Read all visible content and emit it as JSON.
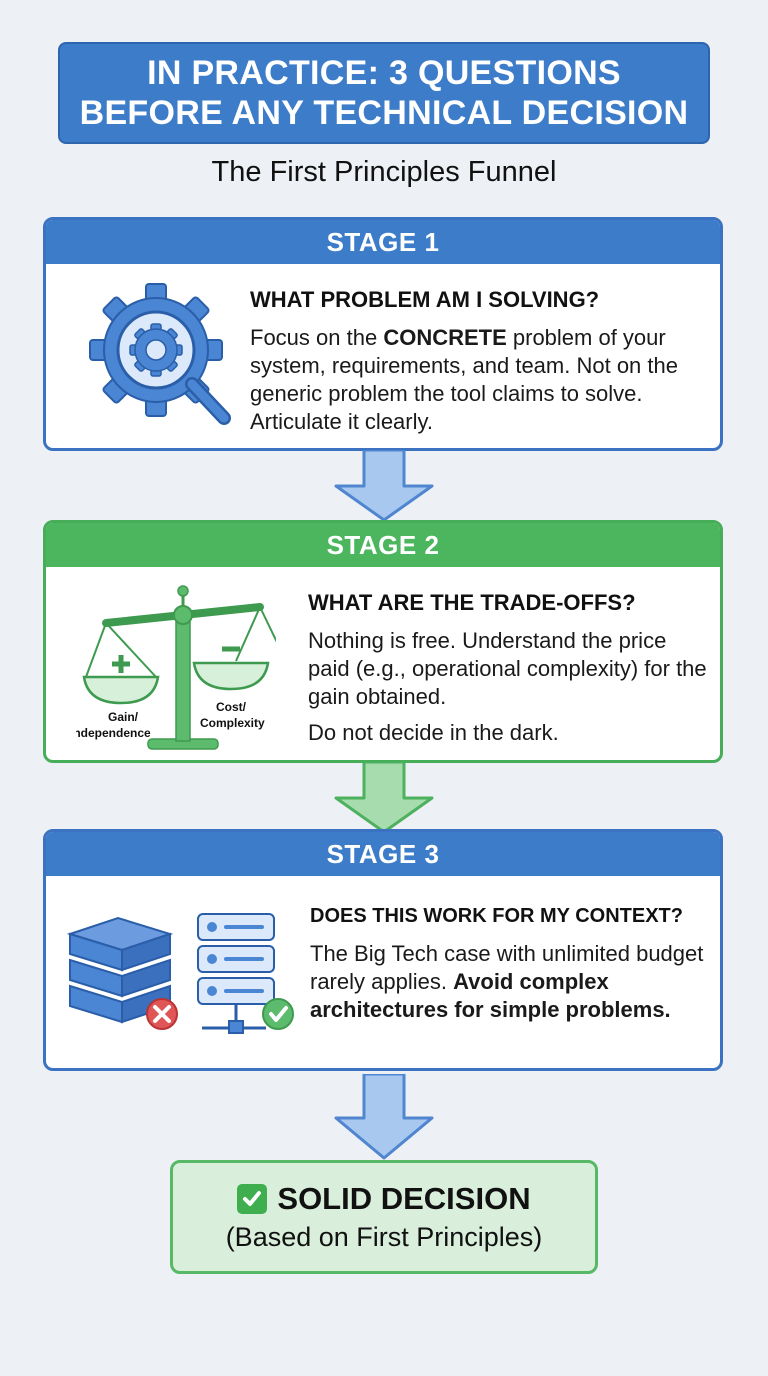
{
  "title": {
    "line1": "IN PRACTICE: 3 QUESTIONS",
    "line2": "BEFORE ANY TECHNICAL DECISION"
  },
  "subtitle": "The First Principles Funnel",
  "stages": [
    {
      "header": "STAGE 1",
      "question": "WHAT PROBLEM AM I SOLVING?",
      "text_before": "Focus on the ",
      "text_bold": "CONCRETE",
      "text_after": " problem of your system, requirements, and team. Not on the generic problem the tool claims to solve. Articulate it clearly.",
      "icon": "gear-magnifier-icon",
      "color": "#3d7cc9"
    },
    {
      "header": "STAGE 2",
      "question": "WHAT ARE THE TRADE-OFFS?",
      "text": "Nothing is free. Understand the price paid (e.g., operational complexity) for the gain obtained.",
      "text2": "Do not decide in the dark.",
      "icon": "balance-scale-icon",
      "scale_left_label_1": "Gain/",
      "scale_left_label_2": "Independence",
      "scale_right_label_1": "Cost/",
      "scale_right_label_2": "Complexity",
      "color": "#4cb65e"
    },
    {
      "header": "STAGE 3",
      "question": "DOES THIS WORK FOR MY CONTEXT?",
      "text": "The Big Tech case with unlimited budget rarely applies. ",
      "text_bold": "Avoid complex architectures for simple problems.",
      "icon": "servers-comparison-icon",
      "color": "#3d7cc9"
    }
  ],
  "final": {
    "check_icon": "check-mark-icon",
    "title": "SOLID DECISION",
    "subtitle": "(Based on First Principles)"
  }
}
